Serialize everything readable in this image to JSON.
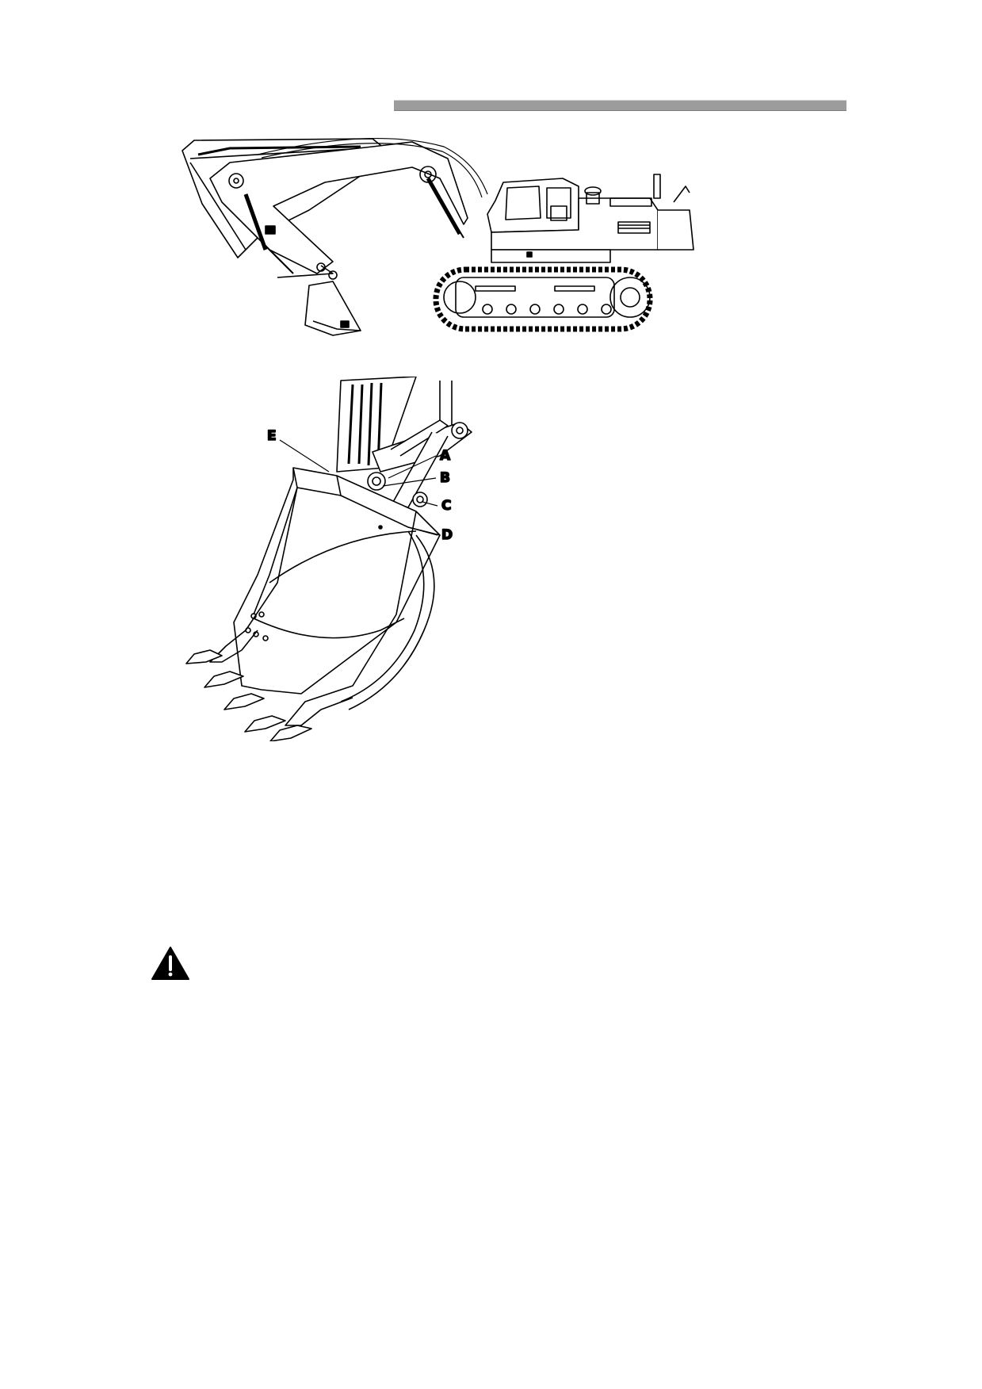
{
  "header": {
    "bar_color": "#9c9c9c"
  },
  "figure_excavator": {
    "icon": "excavator-side-view"
  },
  "figure_bucket": {
    "icon": "bucket-linkage-detail",
    "callouts": [
      "A",
      "B",
      "C",
      "D",
      "E"
    ]
  },
  "warning": {
    "icon": "warning-triangle-icon"
  }
}
